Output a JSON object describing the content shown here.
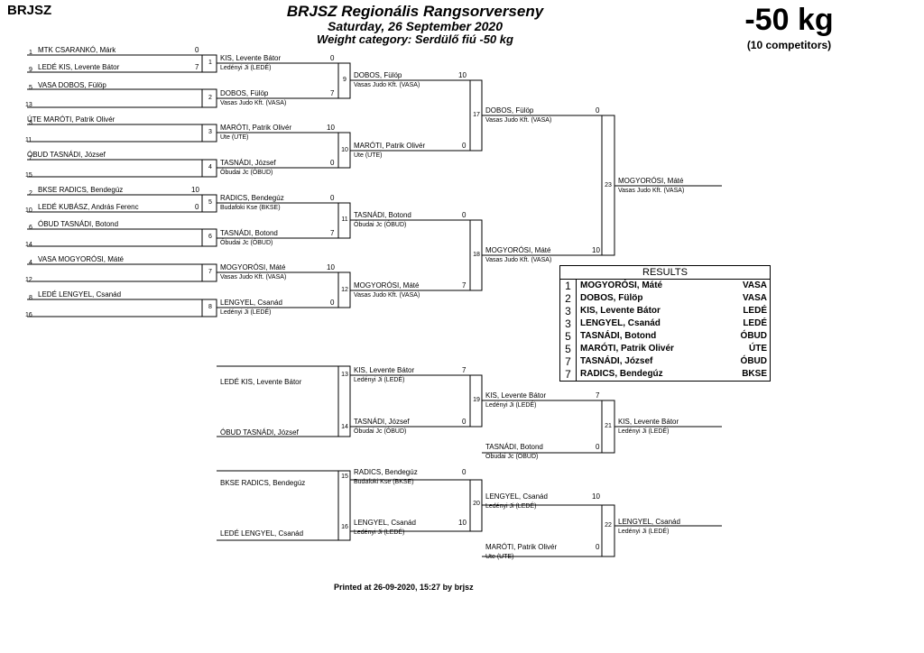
{
  "header": {
    "organizer": "BRJSZ",
    "title": "BRJSZ Regionális Rangsorverseny",
    "date": "Saturday, 26 September 2020",
    "category": "Weight category: Serdülő fiú -50 kg",
    "weight": "-50 kg",
    "competitors": "(10 competitors)"
  },
  "seeds": [
    "1",
    "9",
    "5",
    "13",
    "3",
    "11",
    "7",
    "15",
    "2",
    "10",
    "6",
    "14",
    "4",
    "12",
    "8",
    "16"
  ],
  "entries": [
    "MTK     CSARANKÓ, Márk",
    "LEDÉ  KIS, Levente Bátor",
    "VASA  DOBOS, Fülöp",
    "ÚTE      MARÓTI, Patrik Olivér",
    "ÓBUD  TASNÁDI, József",
    "BKSE  RADICS, Bendegúz",
    "LEDÉ  KUBÁSZ, András Ferenc",
    "ÓBUD  TASNÁDI, Botond",
    "VASA  MOGYORÓSI, Máté",
    "LEDÉ  LENGYEL, Csanád"
  ],
  "entry_scores": [
    "0",
    "7",
    "10",
    "0"
  ],
  "match_numbers": [
    "1",
    "2",
    "3",
    "4",
    "5",
    "6",
    "7",
    "8",
    "9",
    "10",
    "11",
    "12",
    "17",
    "18",
    "23",
    "13",
    "14",
    "15",
    "16",
    "19",
    "20",
    "21",
    "22"
  ],
  "main_bracket": {
    "round2": [
      {
        "name": "KIS, Levente Bátor",
        "club": "Ledényi Ji (LEDÉ)",
        "score": "0"
      },
      {
        "name": "DOBOS, Fülöp",
        "club": "Vasas Judo Kft. (VASA)",
        "score": "7"
      },
      {
        "name": "MARÓTI, Patrik Olivér",
        "club": "Ute (UTE)",
        "score": "10"
      },
      {
        "name": "TASNÁDI, József",
        "club": "Óbudai Jc (ÓBUD)",
        "score": "0"
      },
      {
        "name": "RADICS, Bendegúz",
        "club": "Budafoki Kse (BKSE)",
        "score": "0"
      },
      {
        "name": "TASNÁDI, Botond",
        "club": "Óbudai Jc (ÓBUD)",
        "score": "7"
      },
      {
        "name": "MOGYORÓSI, Máté",
        "club": "Vasas Judo Kft. (VASA)",
        "score": "10"
      },
      {
        "name": "LENGYEL, Csanád",
        "club": "Ledényi Ji (LEDÉ)",
        "score": "0"
      }
    ],
    "round3": [
      {
        "name": "DOBOS, Fülöp",
        "club": "Vasas Judo Kft. (VASA)",
        "score": "10"
      },
      {
        "name": "MARÓTI, Patrik Olivér",
        "club": "Ute (UTE)",
        "score": "0"
      },
      {
        "name": "TASNÁDI, Botond",
        "club": "Óbudai Jc (ÓBUD)",
        "score": "0"
      },
      {
        "name": "MOGYORÓSI, Máté",
        "club": "Vasas Judo Kft. (VASA)",
        "score": "7"
      }
    ],
    "semis": [
      {
        "name": "DOBOS, Fülöp",
        "club": "Vasas Judo Kft. (VASA)",
        "score": "0"
      },
      {
        "name": "MOGYORÓSI, Máté",
        "club": "Vasas Judo Kft. (VASA)",
        "score": "10"
      }
    ],
    "final": {
      "name": "MOGYORÓSI, Máté",
      "club": "Vasas Judo Kft. (VASA)"
    }
  },
  "repechage": {
    "entries": [
      "LEDÉ  KIS, Levente Bátor",
      "ÓBUD  TASNÁDI, József",
      "BKSE  RADICS, Bendegúz",
      "LEDÉ  LENGYEL, Csanád"
    ],
    "round2": [
      {
        "name": "KIS, Levente Bátor",
        "club": "Ledényi Ji (LEDÉ)",
        "score": "7"
      },
      {
        "name": "TASNÁDI, József",
        "club": "Óbudai Jc (ÓBUD)",
        "score": "0"
      },
      {
        "name": "RADICS, Bendegúz",
        "club": "Budafoki Kse (BKSE)",
        "score": "0"
      },
      {
        "name": "LENGYEL, Csanád",
        "club": "Ledényi Ji (LEDÉ)",
        "score": "10"
      }
    ],
    "round3": [
      {
        "name": "KIS, Levente Bátor",
        "club": "Ledényi Ji (LEDÉ)",
        "score": "7"
      },
      {
        "name": "TASNÁDI, Botond",
        "club": "Óbudai Jc (ÓBUD)",
        "score": "0"
      },
      {
        "name": "LENGYEL, Csanád",
        "club": "Ledényi Ji (LEDÉ)",
        "score": "10"
      },
      {
        "name": "MARÓTI, Patrik Olivér",
        "club": "Ute (UTE)",
        "score": "0"
      }
    ],
    "bronze": [
      {
        "name": "KIS, Levente Bátor",
        "club": "Ledényi Ji (LEDÉ)"
      },
      {
        "name": "LENGYEL, Csanád",
        "club": "Ledényi Ji (LEDÉ)"
      }
    ]
  },
  "results": {
    "title": "RESULTS",
    "rows": [
      {
        "place": "1",
        "name": "MOGYORÓSI, Máté",
        "club": "VASA"
      },
      {
        "place": "2",
        "name": "DOBOS, Fülöp",
        "club": "VASA"
      },
      {
        "place": "3",
        "name": "KIS, Levente Bátor",
        "club": "LEDÉ"
      },
      {
        "place": "3",
        "name": "LENGYEL, Csanád",
        "club": "LEDÉ"
      },
      {
        "place": "5",
        "name": "TASNÁDI, Botond",
        "club": "ÓBUD"
      },
      {
        "place": "5",
        "name": "MARÓTI, Patrik Olivér",
        "club": "ÚTE"
      },
      {
        "place": "7",
        "name": "TASNÁDI, József",
        "club": "ÓBUD"
      },
      {
        "place": "7",
        "name": "RADICS, Bendegúz",
        "club": "BKSE"
      }
    ]
  },
  "footer": {
    "printed": "Printed at 26-09-2020, 15:27 by brjsz"
  }
}
